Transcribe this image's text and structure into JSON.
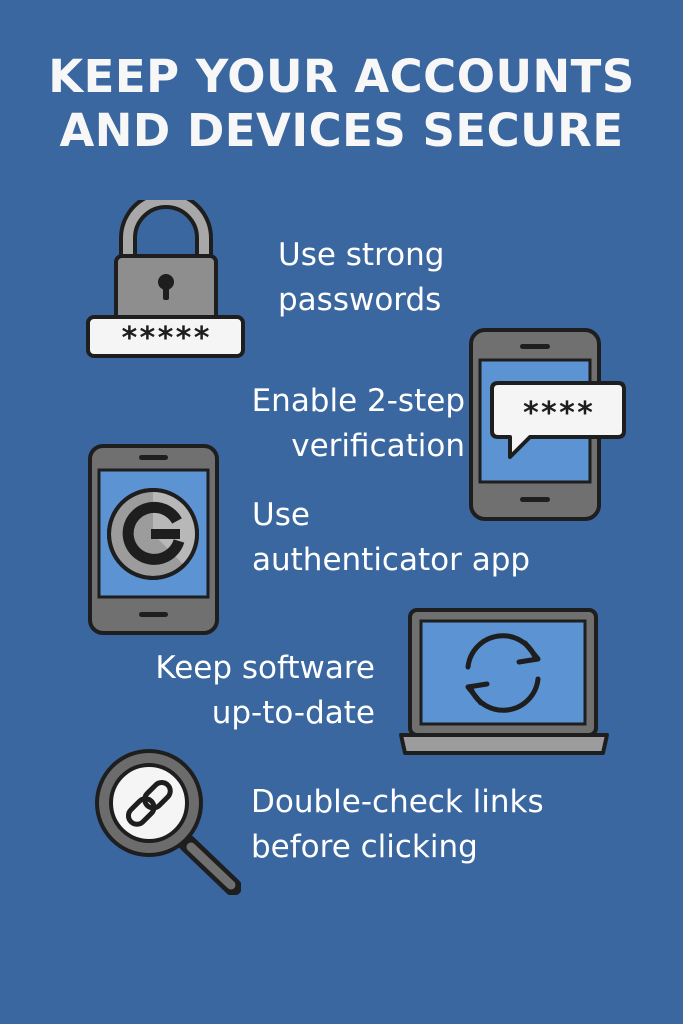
{
  "poster": {
    "title_line1": "KEEP YOUR ACCOUNTS",
    "title_line2": "AND DEVICES SECURE",
    "colors": {
      "background": "#3a67a0",
      "screen_blue": "#5b93d3",
      "device_gray": "#707070",
      "outline": "#1e1e1e",
      "white": "#ffffff"
    }
  },
  "tips": [
    {
      "line1": "Use strong",
      "line2": "passwords",
      "icon": "padlock-icon"
    },
    {
      "line1": "Enable 2-step",
      "line2": "verification",
      "icon": "phone-message-icon"
    },
    {
      "line1": "Use",
      "line2": "authenticator app",
      "icon": "authenticator-phone-icon"
    },
    {
      "line1": "Keep software",
      "line2": "up-to-date",
      "icon": "laptop-update-icon"
    },
    {
      "line1": "Double-check links",
      "line2": "before clicking",
      "icon": "magnifier-link-icon"
    }
  ],
  "icons": {
    "password_mask": "*****",
    "message_mask": "****"
  }
}
